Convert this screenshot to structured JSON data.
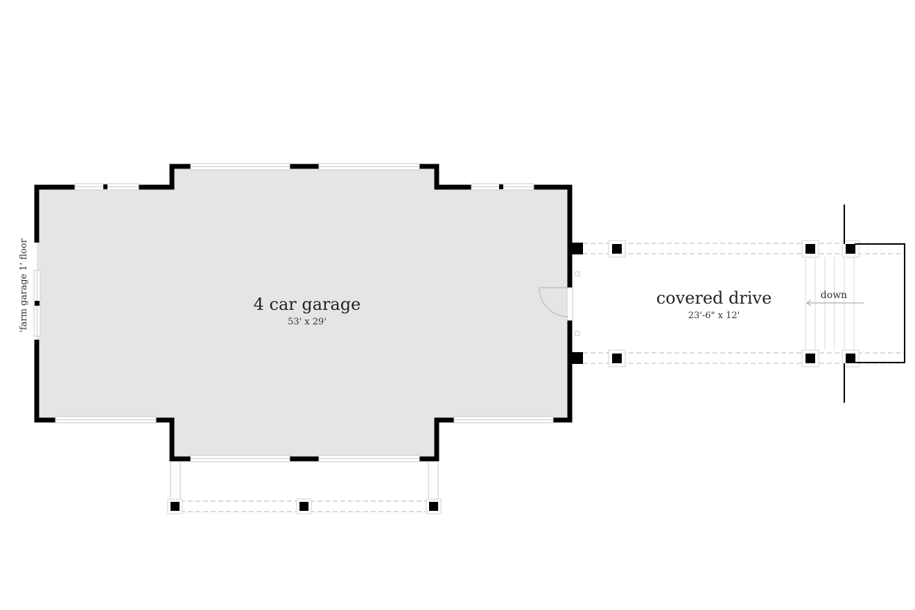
{
  "plan_title": "'farm garage 1' floor",
  "rooms": [
    {
      "name": "4 car garage",
      "dimensions": "53' x 29'"
    },
    {
      "name": "covered drive",
      "dimensions": "23'-6\" x 12'"
    }
  ],
  "stair_label": "down",
  "colors": {
    "wall": "#000000",
    "floor_fill": "#e5e5e5",
    "window": "#c8c8c8",
    "dashed_line": "#b5b5b5",
    "background": "#ffffff"
  }
}
